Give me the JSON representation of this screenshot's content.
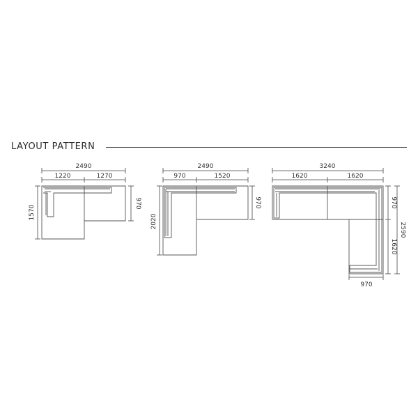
{
  "header": {
    "title": "LAYOUT PATTERN"
  },
  "layouts": [
    {
      "overall_width": "2490",
      "segment_widths": [
        "1220",
        "1270"
      ],
      "depth": "970",
      "overall_depth": "1570"
    },
    {
      "overall_width": "2490",
      "segment_widths": [
        "970",
        "1520"
      ],
      "depth": "970",
      "overall_depth": "2020"
    },
    {
      "overall_width": "3240",
      "segment_widths": [
        "1620",
        "1620"
      ],
      "depth_top": "970",
      "overall_depth": "2590",
      "depth_lower": "1620",
      "bottom_width": "970"
    }
  ],
  "colors": {
    "line": "#444444",
    "outline": "#555555",
    "text": "#333333"
  }
}
